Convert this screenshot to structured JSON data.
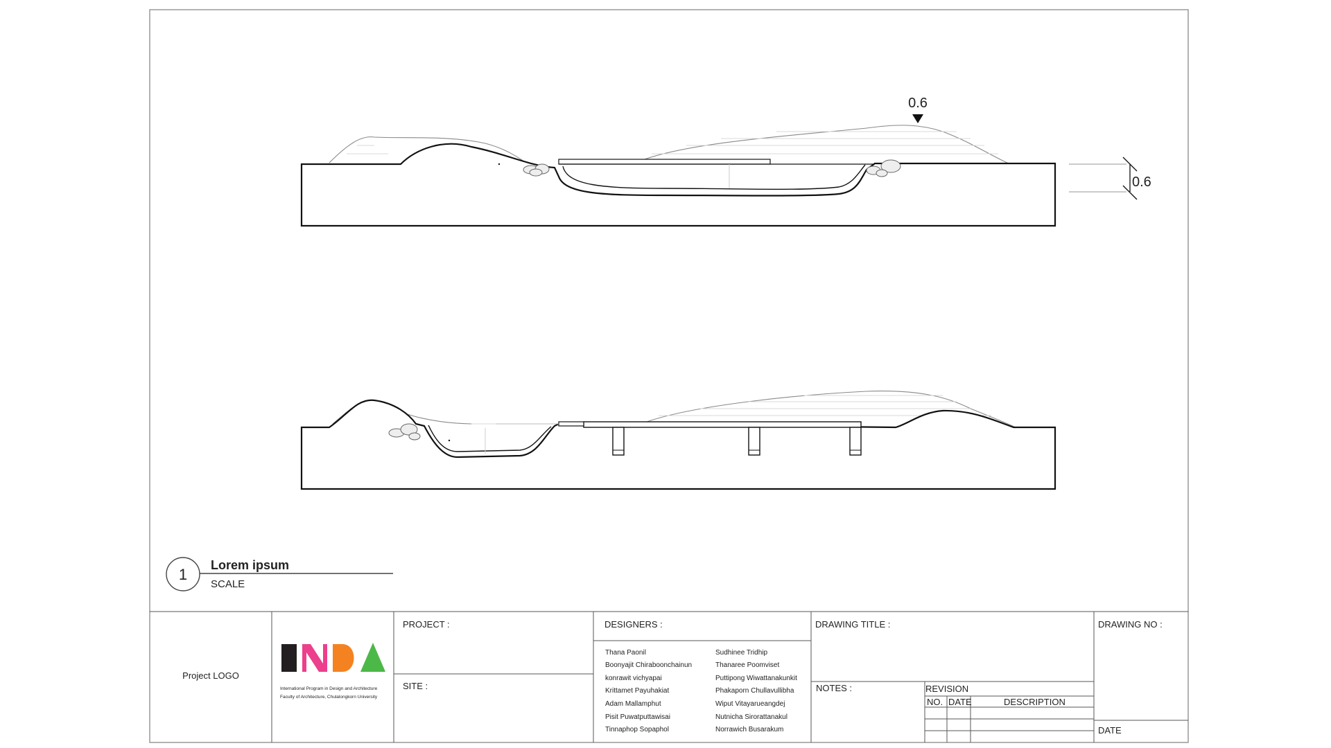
{
  "elevation_markers": {
    "top_marker_value": "0.6",
    "side_dimension_value": "0.6"
  },
  "view_title": {
    "number": "1",
    "name": "Lorem ipsum",
    "scale_label": "SCALE"
  },
  "title_block": {
    "project_logo_label": "Project LOGO",
    "logo": {
      "letters": "INDA",
      "line1": "International Program in Design and Architecture",
      "line2": "Faculty of Architecture, Chulalongkorn University",
      "colors": {
        "i": "#231f20",
        "n": "#ec3f8c",
        "d": "#f58220",
        "a": "#4cb848"
      }
    },
    "project_label": "PROJECT :",
    "site_label": "SITE :",
    "designers_label": "DESIGNERS :",
    "designers_col1": [
      "Thana Paonil",
      "Boonyajit Chiraboonchainun",
      "konrawit vichyapai",
      "Krittamet Payuhakiat",
      "Adam Mallamphut",
      "Pisit Puwatputtawisai",
      "Tinnaphop Sopaphol"
    ],
    "designers_col2": [
      "Sudhinee Tridhip",
      "Thanaree Poomviset",
      "Puttipong Wiwattanakunkit",
      "Phakaporn Chullavullibha",
      "Wiput Vitayarueangdej",
      "Nutnicha Sirorattanakul",
      "Norrawich Busarakum"
    ],
    "drawing_title_label": "DRAWING TITLE :",
    "notes_label": "NOTES :",
    "revision_label": "REVISION",
    "revision_columns": [
      "NO.",
      "DATE",
      "DESCRIPTION"
    ],
    "drawing_no_label": "DRAWING NO :",
    "date_label": "DATE"
  }
}
